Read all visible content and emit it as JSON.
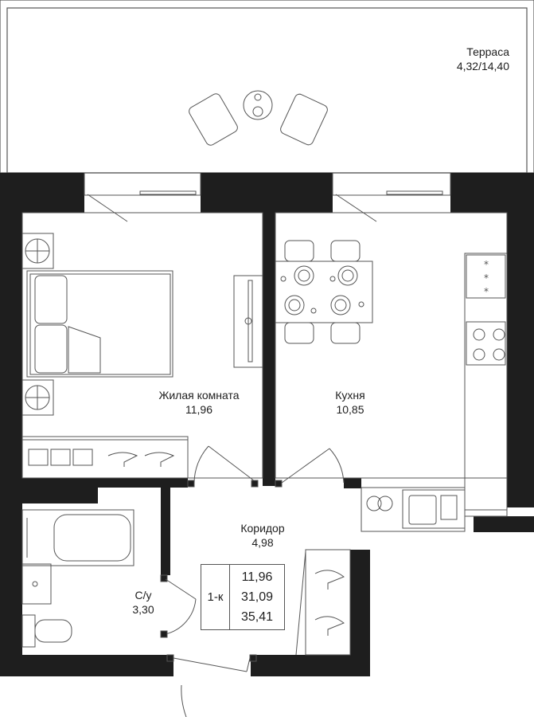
{
  "rooms": {
    "terrace": {
      "name": "Терраса",
      "area": "4,32/14,40"
    },
    "living": {
      "name": "Жилая комната",
      "area": "11,96"
    },
    "kitchen": {
      "name": "Кухня",
      "area": "10,85"
    },
    "corridor": {
      "name": "Коридор",
      "area": "4,98"
    },
    "bathroom": {
      "name": "С/у",
      "area": "3,30"
    }
  },
  "summary": {
    "type": "1-к",
    "values": [
      "11,96",
      "31,09",
      "35,41"
    ]
  },
  "colors": {
    "wall": "#1e1e1e",
    "line": "#555555",
    "background": "#ffffff"
  }
}
